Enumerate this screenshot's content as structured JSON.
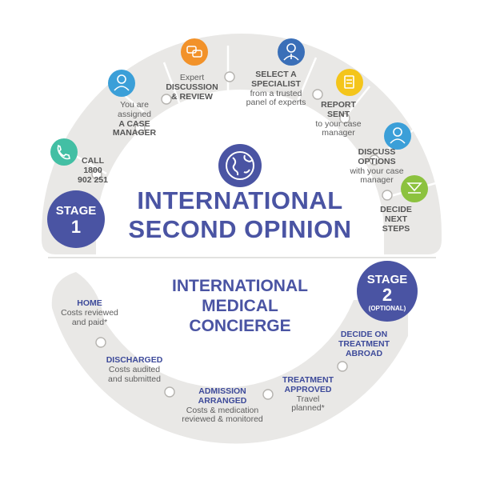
{
  "colors": {
    "band": "#e9e8e6",
    "band_dark": "#dcdad7",
    "navy": "#4a54a3",
    "icon_teal": "#43bfa4",
    "icon_blue": "#3b9fd8",
    "icon_orange": "#f2922a",
    "icon_royal": "#3a6fb8",
    "icon_yellow": "#f4c51b",
    "icon_green": "#8cc23f"
  },
  "title": {
    "line1": "INTERNATIONAL",
    "line2": "SECOND OPINION"
  },
  "subtitle": {
    "line1": "INTERNATIONAL",
    "line2": "MEDICAL",
    "line3": "CONCIERGE"
  },
  "stage1": {
    "word": "STAGE",
    "num": "1"
  },
  "stage2": {
    "word": "STAGE",
    "num": "2",
    "note": "(OPTIONAL)"
  },
  "steps_top": [
    {
      "icon": "phone-icon",
      "bold": "CALL",
      "bold2": "1800",
      "bold3": "902 251"
    },
    {
      "icon": "person-icon",
      "normal": "You are",
      "normal2": "assigned",
      "bold": "A CASE",
      "bold2": "MANAGER"
    },
    {
      "icon": "chat-icon",
      "normal": "Expert",
      "bold": "DISCUSSION",
      "bold2": "& REVIEW"
    },
    {
      "icon": "specialist-icon",
      "bold": "SELECT A",
      "bold2": "SPECIALIST",
      "normal": "from a trusted",
      "normal2": "panel of experts"
    },
    {
      "icon": "report-icon",
      "bold": "REPORT",
      "bold2": "SENT",
      "normal": "to your case",
      "normal2": "manager"
    },
    {
      "icon": "person-icon",
      "bold": "DISCUSS",
      "bold2": "OPTIONS",
      "normal": "with your case",
      "normal2": "manager"
    },
    {
      "icon": "chevron-down-icon",
      "bold": "DECIDE",
      "bold2": "NEXT",
      "bold3": "STEPS"
    }
  ],
  "steps_bottom": [
    {
      "bold": "DECIDE ON",
      "bold2": "TREATMENT",
      "bold3": "ABROAD"
    },
    {
      "bold": "TREATMENT",
      "bold2": "APPROVED",
      "normal": "Travel",
      "normal2": "planned*"
    },
    {
      "bold": "ADMISSION",
      "bold2": "ARRANGED",
      "normal": "Costs & medication",
      "normal2": "reviewed & monitored"
    },
    {
      "bold": "DISCHARGED",
      "normal": "Costs audited",
      "normal2": "and submitted"
    },
    {
      "bold": "HOME",
      "normal": "Costs reviewed",
      "normal2": "and paid*"
    }
  ]
}
